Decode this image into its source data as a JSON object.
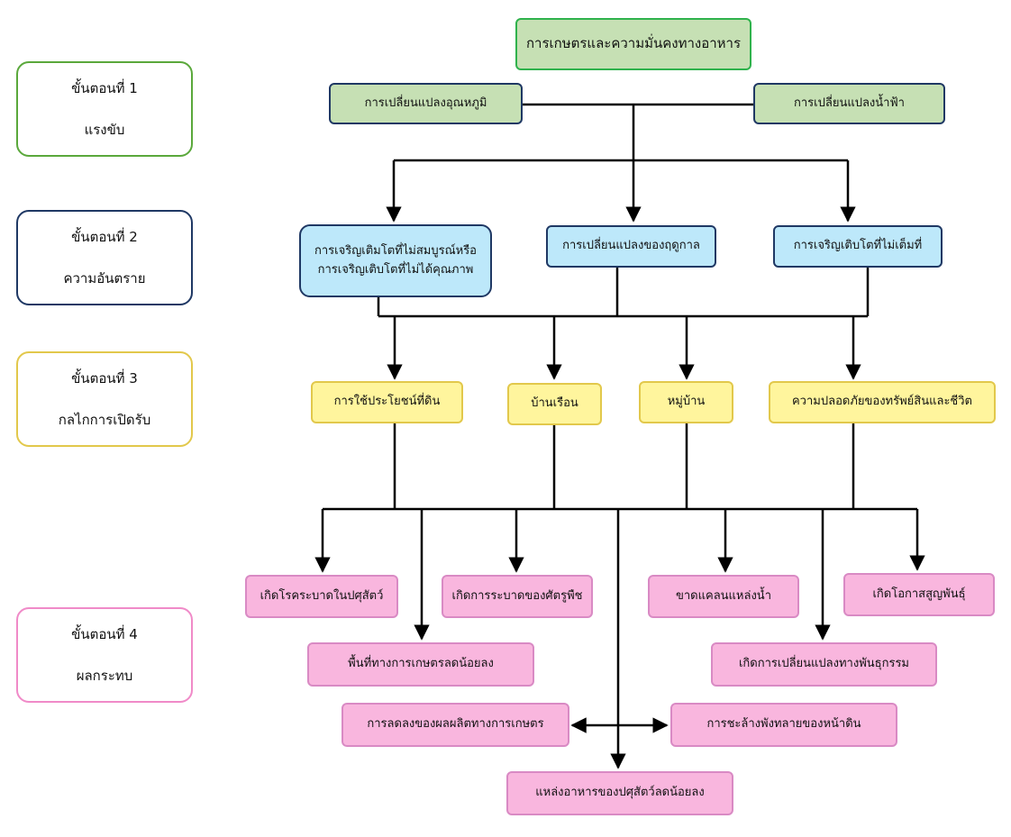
{
  "stages": [
    {
      "step": "ขั้นตอนที่ 1",
      "name": "แรงขับ",
      "color": "#5aa83b"
    },
    {
      "step": "ขั้นตอนที่ 2",
      "name": "ความอันตราย",
      "color": "#1f3864"
    },
    {
      "step": "ขั้นตอนที่ 3",
      "name": "กลไกการเปิดรับ",
      "color": "#e2c84b"
    },
    {
      "step": "ขั้นตอนที่ 4",
      "name": "ผลกระทบ",
      "color": "#f08ac8"
    }
  ],
  "drivers": {
    "root": "การเกษตรและความมั่นคงทางอาหาร",
    "temperature": "การเปลี่ยนแปลงอุณหภูมิ",
    "rainfall": "การเปลี่ยนแปลงน้ำฟ้า"
  },
  "hazards": {
    "growth_line1": "การเจริญเติมโตที่ไม่สมบูรณ์หรือ",
    "growth_line2": "การเจริญเติบโตที่ไม่ได้คุณภาพ",
    "season": "การเปลี่ยนแปลงของฤดูกาล",
    "partial": "การเจริญเติบโตที่ไม่เต็มที่"
  },
  "exposure": {
    "land_use": "การใช้ประโยชน์ที่ดิน",
    "housing": "บ้านเรือน",
    "village": "หมู่บ้าน",
    "safety": "ความปลอดภัยของทรัพย์สินและชีวิต"
  },
  "impacts": {
    "livestock_disease": "เกิดโรคระบาดในปศุสัตว์",
    "pest_outbreak": "เกิดการระบาดของศัตรูพืช",
    "water_shortage": "ขาดแคลนแหล่งน้ำ",
    "extinction": "เกิดโอกาสสูญพันธุ์",
    "farmland_decrease": "พื้นที่ทางการเกษตรลดน้อยลง",
    "genetic_change": "เกิดการเปลี่ยนแปลงทางพันธุกรรม",
    "yield_decrease": "การลดลงของผลผลิตทางการเกษตร",
    "soil_erosion": "การชะล้างพังทลายของหน้าดิน",
    "livestock_food": "แหล่งอาหารของปศุสัตว์ลดน้อยลง"
  }
}
